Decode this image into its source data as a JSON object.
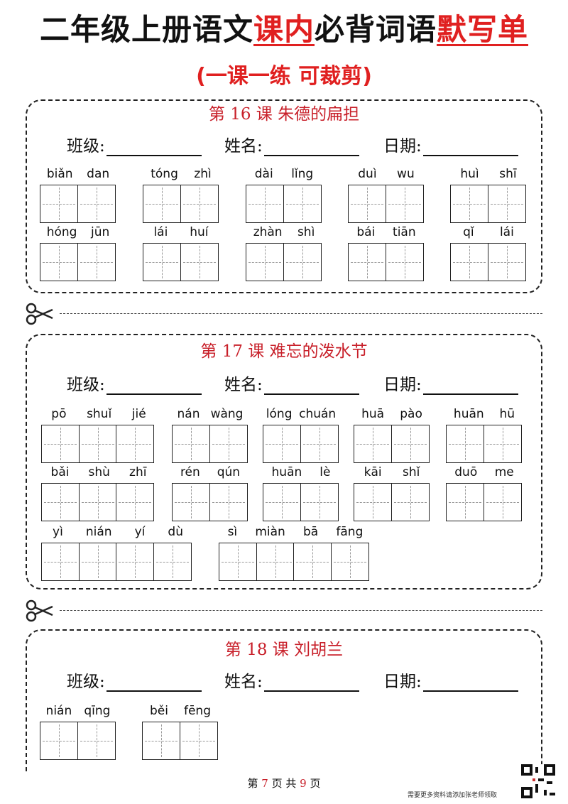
{
  "header": {
    "title_a": "二年级上册语文",
    "title_b": "课内",
    "title_c": "必背词语",
    "title_d": "默写单",
    "subtitle": "(一课一练 可裁剪)"
  },
  "info_labels": {
    "class": "班级:",
    "name": "姓名:",
    "date": "日期:"
  },
  "lessons": [
    {
      "title": "第 16 课   朱德的扁担",
      "rows": [
        [
          [
            "biǎn",
            "dan"
          ],
          [
            "tóng",
            "zhì"
          ],
          [
            "dài",
            "lǐng"
          ],
          [
            "duì",
            "wu"
          ],
          [
            "huì",
            "shī"
          ]
        ],
        [
          [
            "hóng",
            "jūn"
          ],
          [
            "lái",
            "huí"
          ],
          [
            "zhàn",
            "shì"
          ],
          [
            "bái",
            "tiān"
          ],
          [
            "qǐ",
            "lái"
          ]
        ]
      ]
    },
    {
      "title": "第 17 课   难忘的泼水节",
      "rows": [
        [
          [
            "pō",
            "shuǐ",
            "jié"
          ],
          [
            "nán",
            "wàng"
          ],
          [
            "lóng",
            "chuán"
          ],
          [
            "huā",
            "pào"
          ],
          [
            "huān",
            "hū"
          ]
        ],
        [
          [
            "bǎi",
            "shù",
            "zhī"
          ],
          [
            "rén",
            "qún"
          ],
          [
            "huān",
            "lè"
          ],
          [
            "kāi",
            "shǐ"
          ],
          [
            "duō",
            "me"
          ]
        ],
        [
          [
            "yì",
            "nián",
            "yí",
            "dù"
          ],
          [
            "sì",
            "miàn",
            "bā",
            "fāng"
          ]
        ]
      ]
    },
    {
      "title": "第 18 课   刘胡兰",
      "rows": [
        [
          [
            "nián",
            "qīng"
          ],
          [
            "běi",
            "fēng"
          ]
        ]
      ]
    }
  ],
  "footer": {
    "pre": "第 ",
    "page": "7",
    "mid": " 页 共 ",
    "total": "9",
    "post": " 页"
  },
  "qr_note": "需要更多资料请添加张老师领取",
  "colors": {
    "accent_red": "#e02020",
    "lesson_red": "#c8202a"
  },
  "icons": [
    "scissors-icon",
    "qr-code-icon"
  ]
}
